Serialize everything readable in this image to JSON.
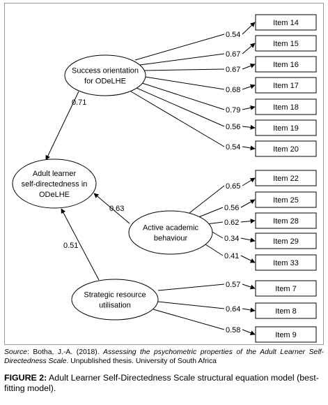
{
  "latent_variables": [
    {
      "id": "success",
      "lines": [
        "Success orientation",
        "for ODeLHE"
      ]
    },
    {
      "id": "adult",
      "lines": [
        "Adult learner",
        "self-directedness in",
        "ODeLHE"
      ]
    },
    {
      "id": "active",
      "lines": [
        "Active academic",
        "behaviour"
      ]
    },
    {
      "id": "strategic",
      "lines": [
        "Strategic resource",
        "utilisation"
      ]
    }
  ],
  "structural_paths": [
    {
      "from": "success",
      "to": "adult",
      "coefficient": "0.71"
    },
    {
      "from": "active",
      "to": "adult",
      "coefficient": "0.63"
    },
    {
      "from": "strategic",
      "to": "adult",
      "coefficient": "0.51"
    }
  ],
  "items": [
    {
      "label": "Item 14",
      "factor": "success",
      "loading": "0.54"
    },
    {
      "label": "Item 15",
      "factor": "success",
      "loading": "0.67"
    },
    {
      "label": "Item 16",
      "factor": "success",
      "loading": "0.67"
    },
    {
      "label": "Item 17",
      "factor": "success",
      "loading": "0.68"
    },
    {
      "label": "Item 18",
      "factor": "success",
      "loading": "0.79"
    },
    {
      "label": "Item 19",
      "factor": "success",
      "loading": "0.56"
    },
    {
      "label": "Item 20",
      "factor": "success",
      "loading": "0.54"
    },
    {
      "label": "Item 22",
      "factor": "active",
      "loading": "0.65"
    },
    {
      "label": "Item 25",
      "factor": "active",
      "loading": "0.56"
    },
    {
      "label": "Item 28",
      "factor": "active",
      "loading": "0.62"
    },
    {
      "label": "Item 29",
      "factor": "active",
      "loading": "0.34"
    },
    {
      "label": "Item 33",
      "factor": "active",
      "loading": "0.41"
    },
    {
      "label": "Item 7",
      "factor": "strategic",
      "loading": "0.57"
    },
    {
      "label": "Item 8",
      "factor": "strategic",
      "loading": "0.64"
    },
    {
      "label": "Item 9",
      "factor": "strategic",
      "loading": "0.58"
    }
  ],
  "caption": {
    "source_label": "Source",
    "source_authors": ": Botha, J.-A. (2018). ",
    "source_title": "Assessing the psychometric properties of the Adult Learner Self-Directedness Scale",
    "source_rest": ". Unpublished thesis. University of South Africa",
    "figure_label": "FIGURE 2:",
    "figure_text": " Adult Learner Self-Directedness Scale structural equation model (best-fitting model)."
  }
}
